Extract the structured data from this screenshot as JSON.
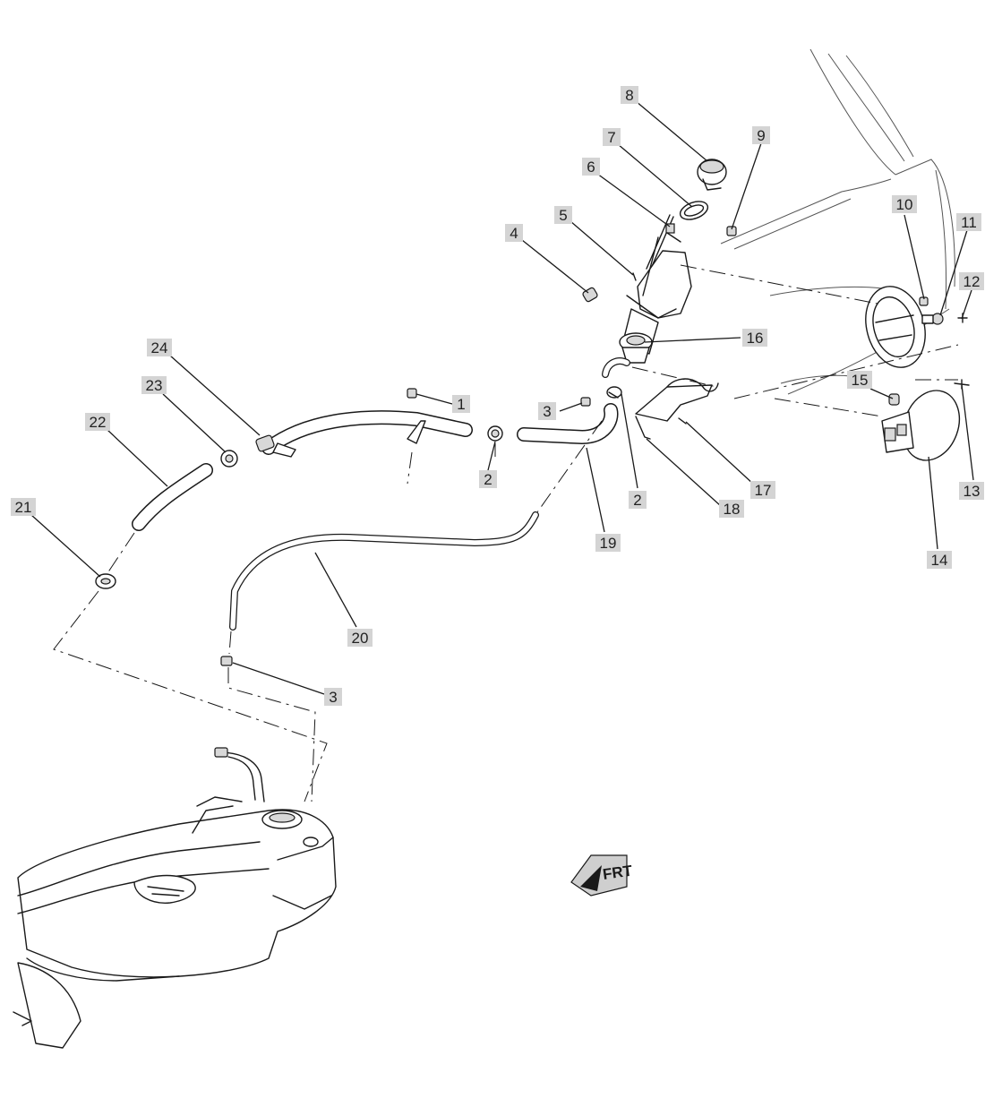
{
  "callouts": [
    {
      "number": "1"
    },
    {
      "number": "2"
    },
    {
      "number": "2"
    },
    {
      "number": "3"
    },
    {
      "number": "3"
    },
    {
      "number": "4"
    },
    {
      "number": "5"
    },
    {
      "number": "6"
    },
    {
      "number": "7"
    },
    {
      "number": "8"
    },
    {
      "number": "9"
    },
    {
      "number": "10"
    },
    {
      "number": "11"
    },
    {
      "number": "12"
    },
    {
      "number": "13"
    },
    {
      "number": "14"
    },
    {
      "number": "15"
    },
    {
      "number": "16"
    },
    {
      "number": "17"
    },
    {
      "number": "18"
    },
    {
      "number": "19"
    },
    {
      "number": "20"
    },
    {
      "number": "21"
    },
    {
      "number": "22"
    },
    {
      "number": "23"
    },
    {
      "number": "24"
    }
  ],
  "orientation_label": "FRT",
  "colors": {
    "callout_background": "#d4d4d4",
    "line": "#1a1a1a",
    "background": "#ffffff"
  }
}
